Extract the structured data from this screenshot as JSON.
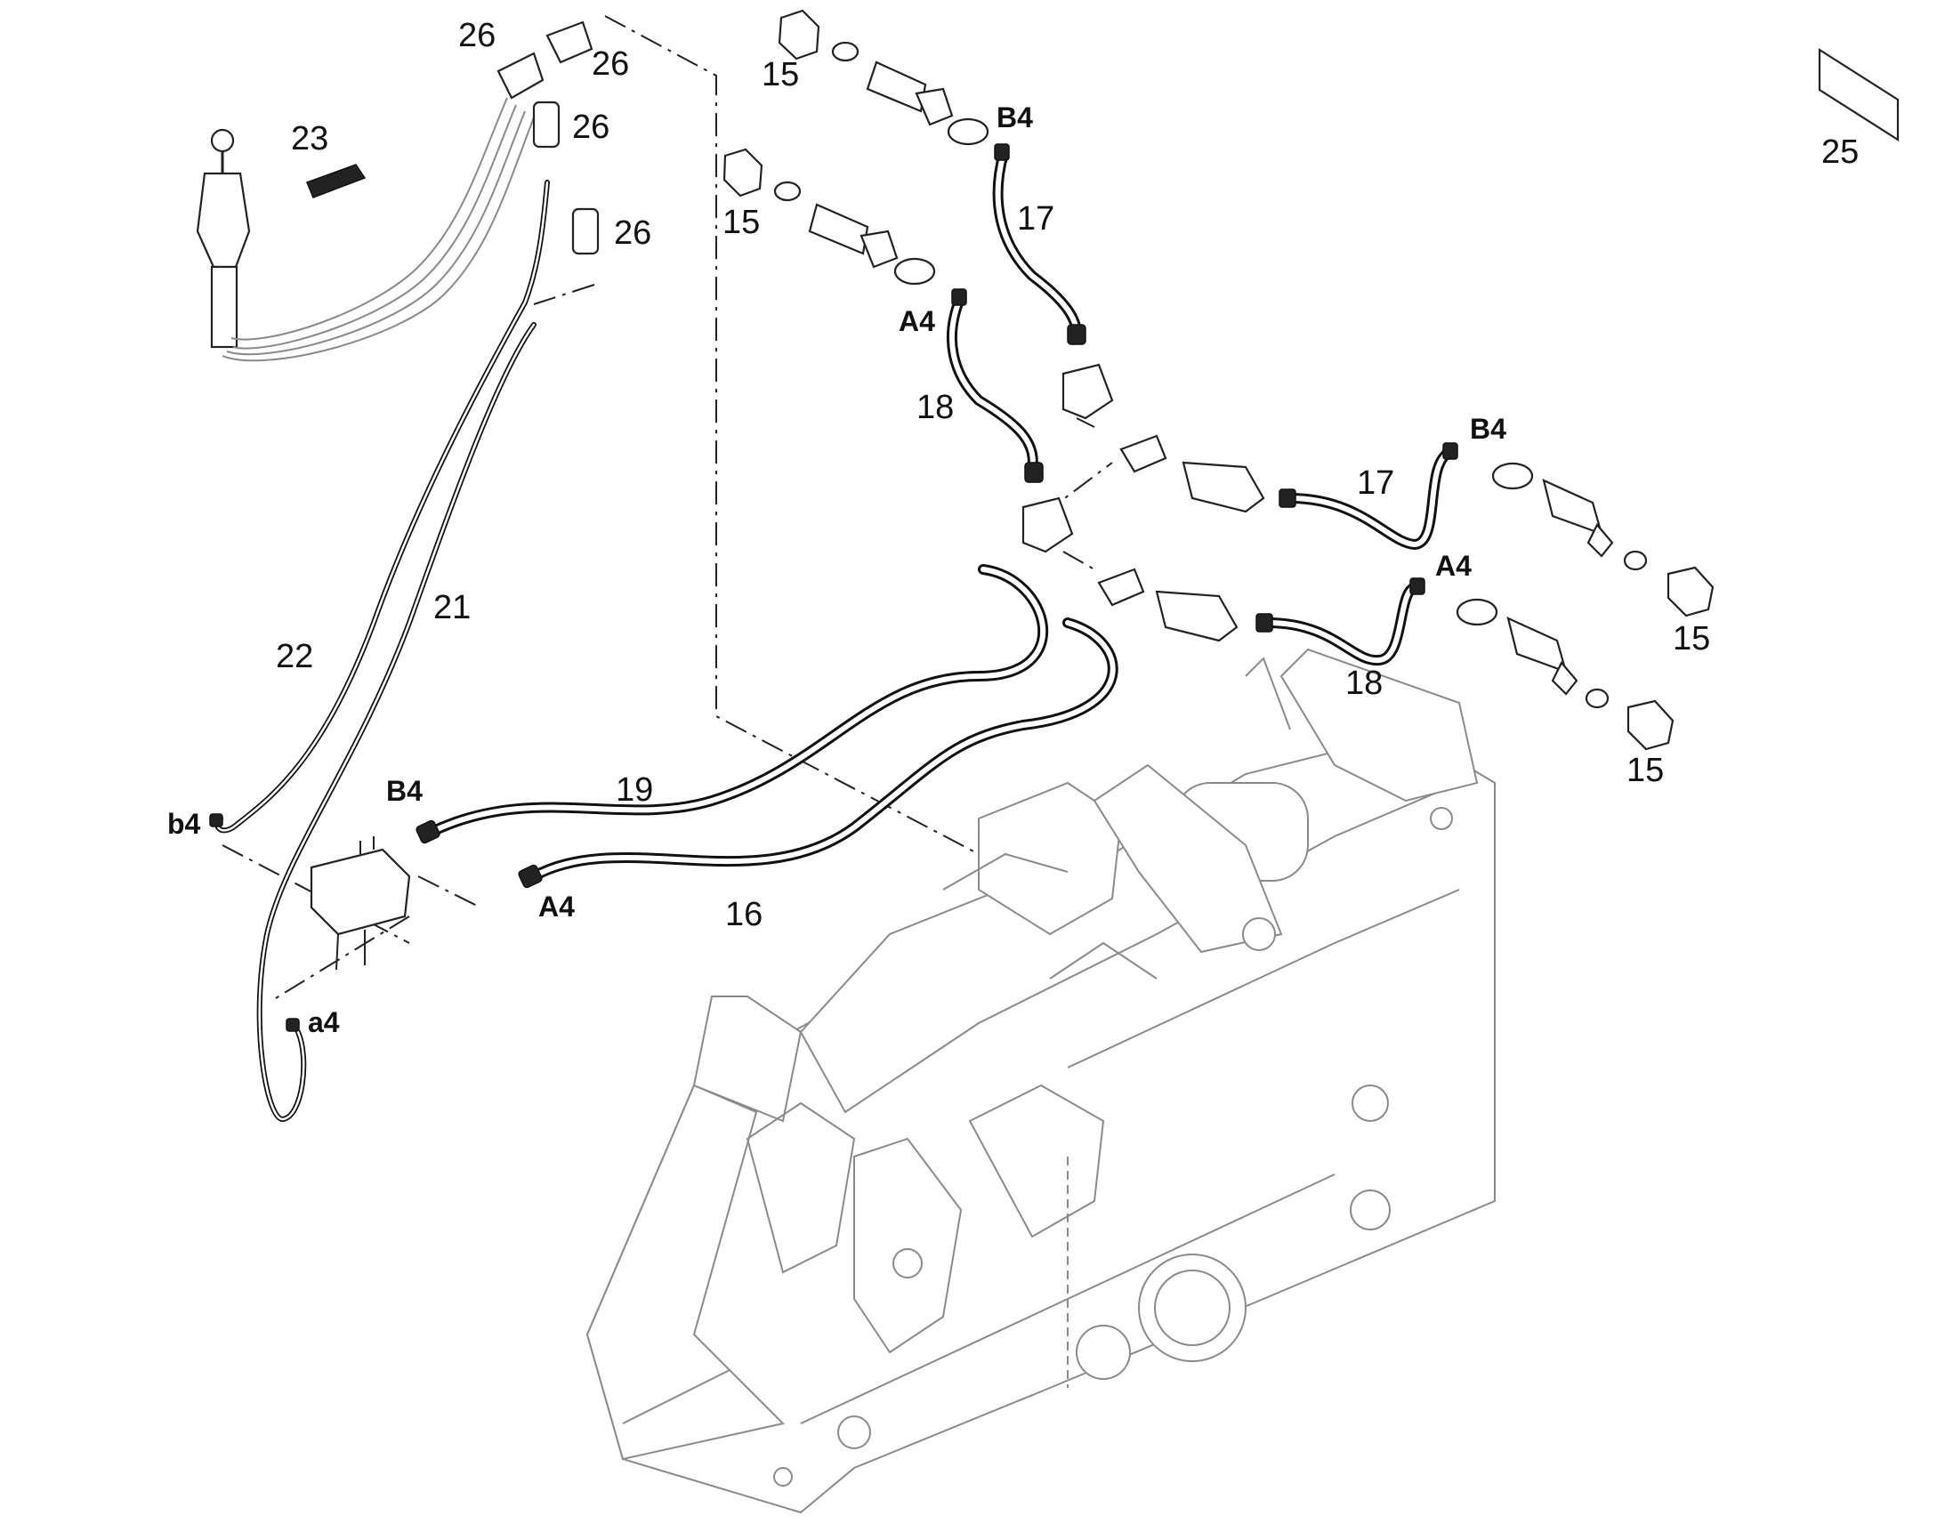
{
  "diagram": {
    "callouts": {
      "c15a": "15",
      "c15b": "15",
      "c15c": "15",
      "c15d": "15",
      "c16": "16",
      "c17a": "17",
      "c17b": "17",
      "c18a": "18",
      "c18b": "18",
      "c19": "19",
      "c21": "21",
      "c22": "22",
      "c23": "23",
      "c25": "25",
      "c26a": "26",
      "c26b": "26",
      "c26c": "26",
      "c26d": "26"
    },
    "connectors": {
      "B4_top": "B4",
      "A4_top": "A4",
      "B4_right": "B4",
      "A4_right": "A4",
      "B4_valve": "B4",
      "A4_valve": "A4",
      "b4": "b4",
      "a4": "a4"
    }
  }
}
